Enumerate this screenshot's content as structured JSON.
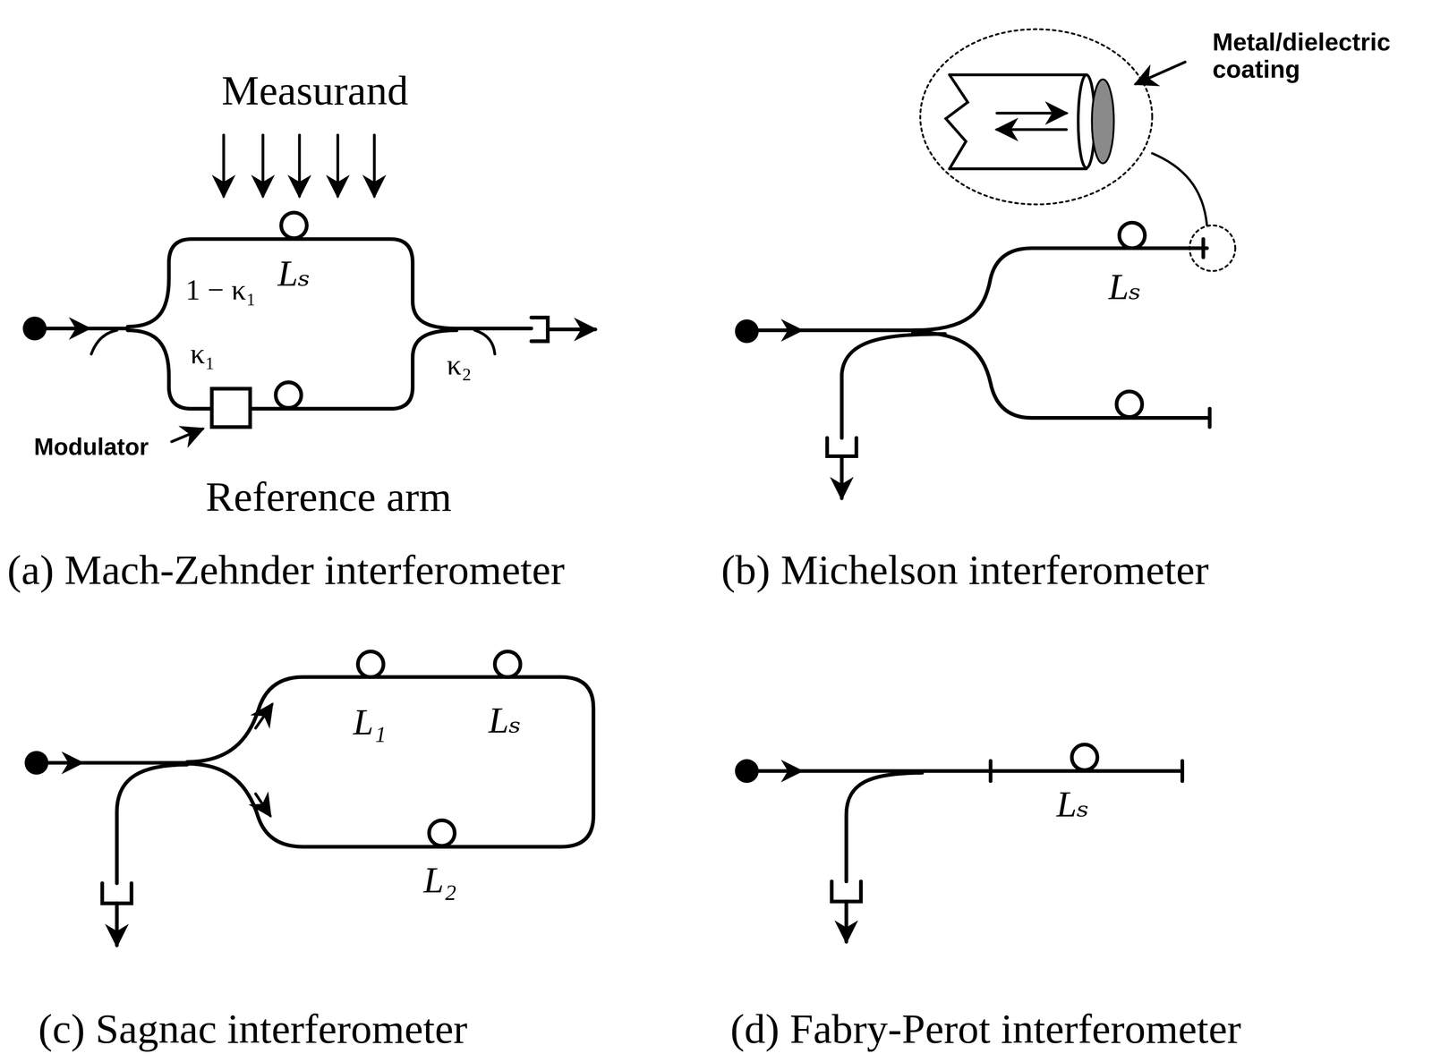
{
  "diagram": {
    "labels": [
      "Measurand",
      "1 − κ₁",
      "Lₛ",
      "κ₁",
      "κ₂",
      "Modulator",
      "Reference arm",
      "(a) Mach-Zehnder interferometer",
      "Metal/dielectric coating",
      "Lₛ",
      "(b) Michelson interferometer",
      "L₁",
      "Lₛ",
      "L₂",
      "(c) Sagnac interferometer",
      "(d) Fabry-Perot interferometer",
      "Lₛ"
    ]
  }
}
